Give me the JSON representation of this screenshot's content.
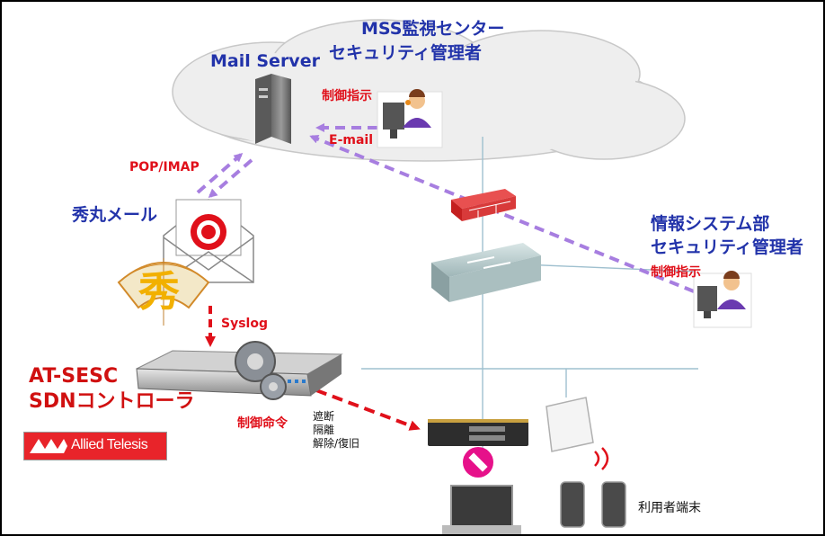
{
  "diagram": {
    "mail_server": "Mail Server",
    "mss_center": [
      "MSS監視センター",
      "セキュリティ管理者"
    ],
    "control_instruction": "制御指示",
    "email": "E-mail",
    "pop_imap": "POP/IMAP",
    "hidemaru_mail": "秀丸メール",
    "hide_char": "秀",
    "syslog": "Syslog",
    "info_dept": [
      "情報システム部",
      "セキュリティ管理者"
    ],
    "controller": [
      "AT-SESC",
      "SDNコントローラ"
    ],
    "logo_text": "Allied Telesis",
    "control_command": "制御命令",
    "actions": [
      "遮断",
      "隔離",
      "解除/復旧"
    ],
    "user_terminal": "利用者端末"
  },
  "colors": {
    "red": "#e0101a",
    "blue": "#2233aa",
    "purple_arrow": "#b08ae0",
    "cloud": "#eeeeee",
    "line": "#9fc0cf"
  }
}
